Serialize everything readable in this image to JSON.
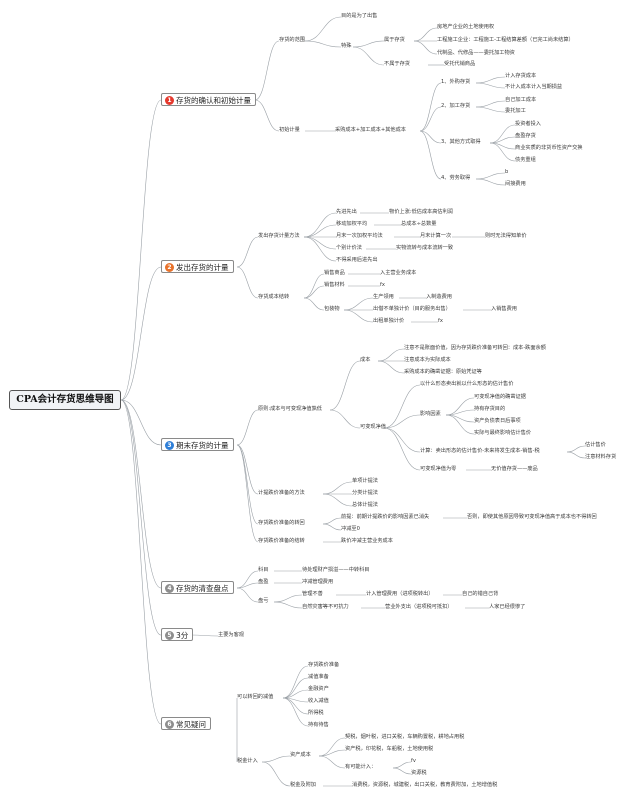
{
  "root": "CPA会计存货思维导图",
  "colors": {
    "n1": "#e5392e",
    "n2": "#e8722b",
    "n3": "#2f7fd8",
    "n4": "#8e8e8e",
    "n5": "#8e8e8e",
    "n6": "#8e8e8e",
    "line": "#9aa0a6"
  },
  "branches": [
    {
      "num": "1",
      "label": "存货的确认和初始计量"
    },
    {
      "num": "2",
      "label": "发出存货的计量"
    },
    {
      "num": "3",
      "label": "期末存货的计量"
    },
    {
      "num": "4",
      "label": "存货的清查盘点"
    },
    {
      "num": "5",
      "label": "3分"
    },
    {
      "num": "6",
      "label": "常见疑问"
    }
  ],
  "b1": {
    "range": "存货的范围",
    "purpose": "目的是为了出售",
    "special": "特殊",
    "belongs": "属于存货",
    "bel_1": "房地产企业的土地使用权",
    "bel_2": "工程施工企业：工程施工-工程结算差额（已完工尚未结算）",
    "bel_3": "代制品、代修品——委托加工物资",
    "notbelong": "不属于存货",
    "notbel_1": "受托代销商品",
    "initial": "初始计量",
    "formula": "采购成本+加工成本+其他成本",
    "m1": "1、外购存货",
    "m1_a": "计入存货成本",
    "m1_b": "不计入成本计入当期损益",
    "m2": "2、加工存货",
    "m2_a": "自己加工成本",
    "m2_b": "委托加工",
    "m3": "3、其他方式取得",
    "m3_a": "投资者投入",
    "m3_b": "盘盈存货",
    "m3_c": "商业实质的非货币性资产交换",
    "m3_d": "债务重组",
    "m4": "4、劳务取得",
    "m4_a": "b",
    "m4_b": "间接费用"
  },
  "b2": {
    "cost_method": "发出存货计量方法",
    "fifo": "先进先出",
    "fifo_note": "物价上涨:低估成本高估利润",
    "mwa": "移动加权平均",
    "mwa_note": "总成本÷总数量",
    "mend": "月末一次加权平均法",
    "mend_note": "月末计算一次",
    "mend_note2": "则时无法得知单价",
    "indiv": "个别计价法",
    "indiv_note": "实物流转与成本流转一致",
    "nolifo": "不得采用后进先出",
    "carry": "存货成本结转",
    "sales": "销售商品",
    "sales_note": "入主营业务成本",
    "material": "销售材料",
    "material_note": "fx",
    "pkg": "包装物",
    "pkg_a": "生产领用",
    "pkg_a_note": "入制造费用",
    "pkg_b": "出借不单独计价（目的服务出售）",
    "pkg_b_note": "入销售费用",
    "pkg_c": "出租单独计价",
    "pkg_c_note": "fx"
  },
  "b3": {
    "principle": "原则:成本与可变现净值孰低",
    "cost": "成本",
    "cost_a": "注意不是账面价值，因为存货跌价准备可转回：成本-跌面余额",
    "cost_b": "注意成本为实际成本",
    "cost_c": "采购成本的确凿证据：原始凭证等",
    "nrv": "可变现净值",
    "nrv_top": "以什么形态卖出就以什么形态的估计售价",
    "factors": "影响因素",
    "f1": "可变现净值的确凿证据",
    "f2": "持有存货目的",
    "f3": "资产负债表日后事项",
    "f4": "实际与最终影响估计售价",
    "calc": "计算：卖出形态的估计售价-未来将发生成本-销售-税",
    "calc_a": "估计售价",
    "calc_b": "注意材料存货",
    "nrv_zero": "可变现净值为零",
    "nrv_zero_note": "无价值存货——废品",
    "method": "计提跌价准备的方法",
    "method_a": "单项计提法",
    "method_b": "分类计提法",
    "method_c": "总体计提法",
    "reverse": "存货跌价准备的转回",
    "reverse_a": "前提：前期计提跌价的影响因素已消失",
    "reverse_a_note": "否则，即使其他原因导致可变现净值高于成本也不得转回",
    "reverse_b": "冲减至0",
    "writeoff": "存货跌价准备的结转",
    "writeoff_note": "跌价冲减主营业务成本"
  },
  "b4": {
    "account": "科目",
    "account_note": "待处理财产损溢——中转科目",
    "surplus": "盘盈",
    "surplus_note": "冲减管理费用",
    "loss": "盘亏",
    "loss_a": "管理不善",
    "loss_a_note": "计入管理费用（进项税转出）",
    "loss_a_note2": "自己的错自己背",
    "loss_b": "自然灾害等不可抗力",
    "loss_b_note": "营业外支出（进项税可抵扣）",
    "loss_b_note2": "人家已经很惨了"
  },
  "b5": {
    "note": "主要为客观"
  },
  "b6": {
    "reverse": "可以转回的减值",
    "r1": "存货跌价准备",
    "r2": "减值准备",
    "r3": "金融资产",
    "r4": "收入减值",
    "r5": "所得税",
    "r6": "持有待售",
    "tax": "税金计入",
    "tax_a": "资产成本",
    "tax_a1": "契税，烟叶税，进口关税，车辆购置税，耕地占用税",
    "tax_a2": "资产税，印花税，车船税，土地使用税",
    "deduct": "有可能计入：",
    "deduct_a": "fv",
    "deduct_b": "资源税",
    "surcharge": "税金及附加",
    "surcharge_note": "消费税，资源税，城建税，出口关税，教育费附加，土地增值税"
  }
}
